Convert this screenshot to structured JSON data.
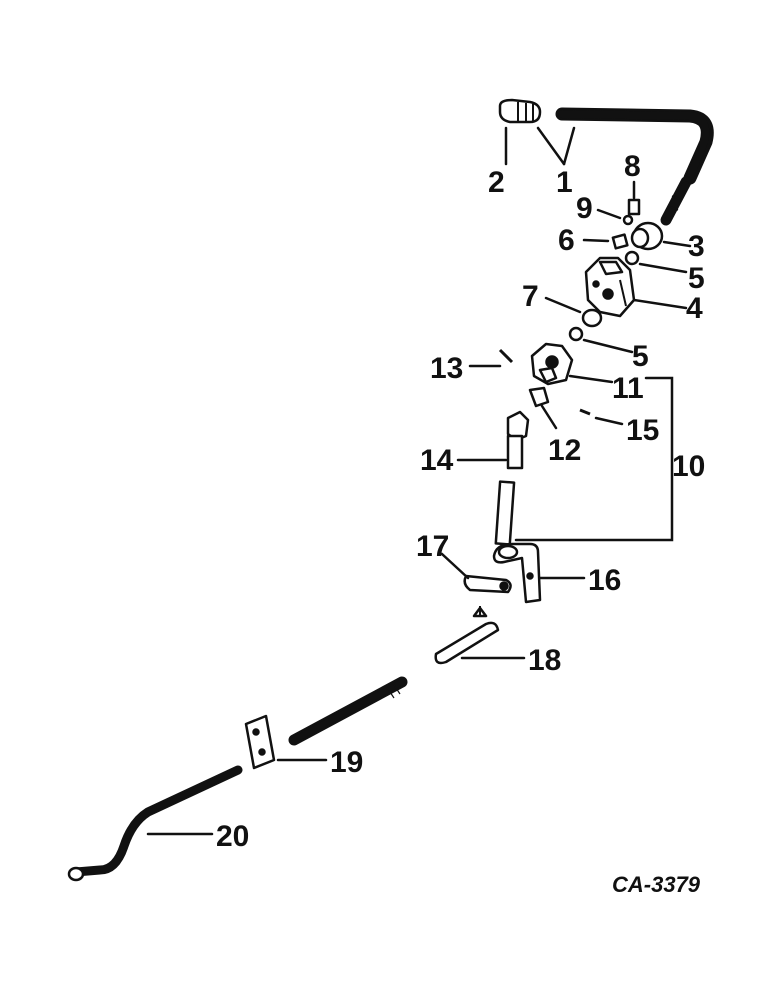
{
  "diagram": {
    "parts": [
      {
        "id": "1",
        "label": "1"
      },
      {
        "id": "2",
        "label": "2"
      },
      {
        "id": "3",
        "label": "3"
      },
      {
        "id": "4",
        "label": "4"
      },
      {
        "id": "5a",
        "label": "5"
      },
      {
        "id": "5b",
        "label": "5"
      },
      {
        "id": "6",
        "label": "6"
      },
      {
        "id": "7",
        "label": "7"
      },
      {
        "id": "8",
        "label": "8"
      },
      {
        "id": "9",
        "label": "9"
      },
      {
        "id": "10",
        "label": "10"
      },
      {
        "id": "11",
        "label": "11"
      },
      {
        "id": "12",
        "label": "12"
      },
      {
        "id": "13",
        "label": "13"
      },
      {
        "id": "14",
        "label": "14"
      },
      {
        "id": "15",
        "label": "15"
      },
      {
        "id": "16",
        "label": "16"
      },
      {
        "id": "17",
        "label": "17"
      },
      {
        "id": "18",
        "label": "18"
      },
      {
        "id": "19",
        "label": "19"
      },
      {
        "id": "20",
        "label": "20"
      }
    ],
    "drawing_code": "CA-3379"
  }
}
